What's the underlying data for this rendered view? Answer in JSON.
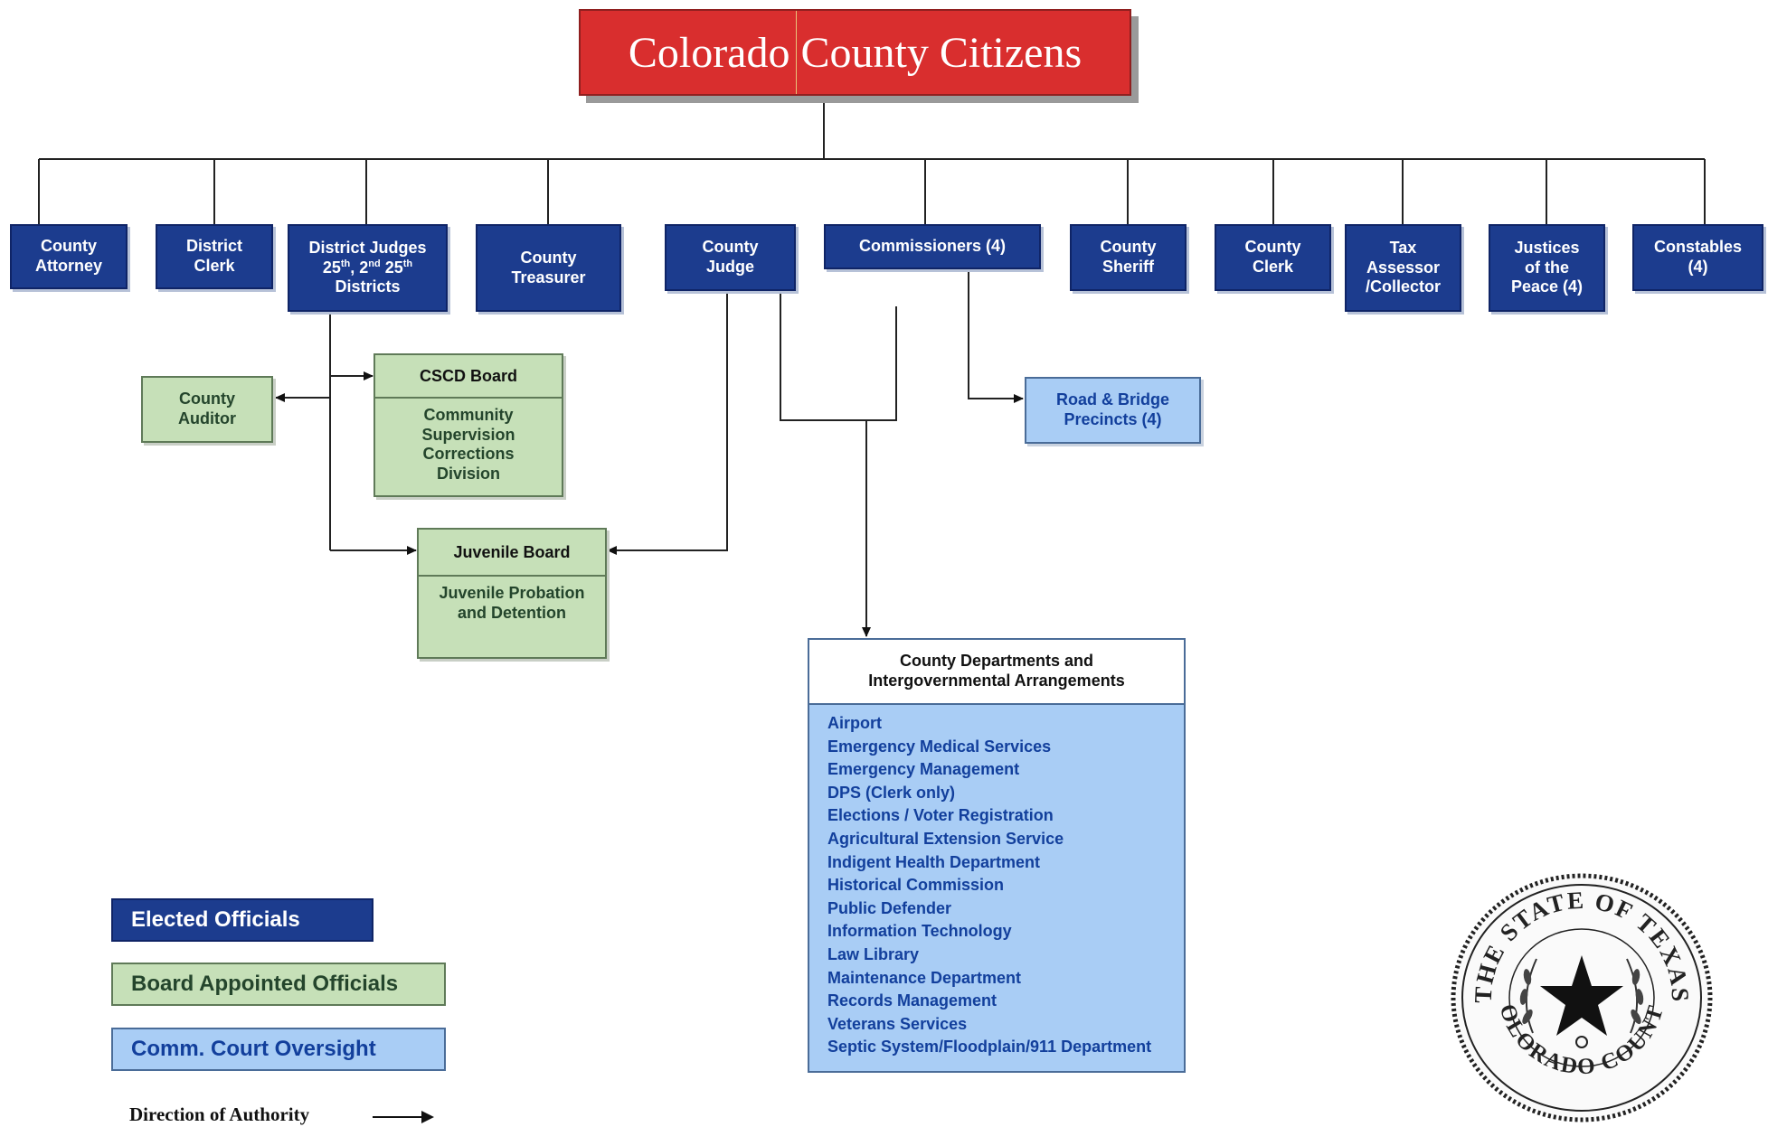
{
  "title": "Colorado County Citizens",
  "top_row": [
    {
      "id": "county-attorney",
      "label": "County\nAttorney"
    },
    {
      "id": "district-clerk",
      "label": "District\nClerk"
    },
    {
      "id": "district-judges",
      "label": "District Judges\n25th, 2nd 25th\nDistricts"
    },
    {
      "id": "county-treasurer",
      "label": "County\nTreasurer"
    },
    {
      "id": "county-judge",
      "label": "County\nJudge"
    },
    {
      "id": "commissioners",
      "label": "Commissioners (4)"
    },
    {
      "id": "county-sheriff",
      "label": "County\nSheriff"
    },
    {
      "id": "county-clerk",
      "label": "County\nClerk"
    },
    {
      "id": "tax-assessor",
      "label": "Tax\nAssessor\n/Collector"
    },
    {
      "id": "justices-of-the-peace",
      "label": "Justices\nof the\nPeace (4)"
    },
    {
      "id": "constables",
      "label": "Constables\n(4)"
    }
  ],
  "county_auditor": "County\nAuditor",
  "cscd_board": {
    "title": "CSCD Board",
    "body": "Community\nSupervision\nCorrections\nDivision"
  },
  "juvenile_board": {
    "title": "Juvenile Board",
    "body": "Juvenile Probation\nand Detention"
  },
  "road_bridge": "Road & Bridge\nPrecincts (4)",
  "departments": {
    "title": "County Departments and\nIntergovernmental Arrangements",
    "items": [
      "Airport",
      "Emergency Medical Services",
      "Emergency Management",
      "DPS (Clerk only)",
      "Elections / Voter Registration",
      "Agricultural Extension Service",
      "Indigent Health Department",
      "Historical Commission",
      "Public Defender",
      "Information Technology",
      "Law Library",
      "Maintenance Department",
      "Records Management",
      "Veterans Services",
      "Septic System/Floodplain/911 Department"
    ]
  },
  "legend": {
    "elected": "Elected Officials",
    "board": "Board Appointed Officials",
    "oversight": "Comm. Court Oversight",
    "direction": "Direction of Authority"
  },
  "seal": {
    "text": "THE STATE OF TEXAS · COLORADO COUNTY"
  },
  "colors": {
    "title": "#d92e2e",
    "elected": "#1c3c8e",
    "board": "#c6e0b8",
    "oversight": "#a9cdf5"
  }
}
